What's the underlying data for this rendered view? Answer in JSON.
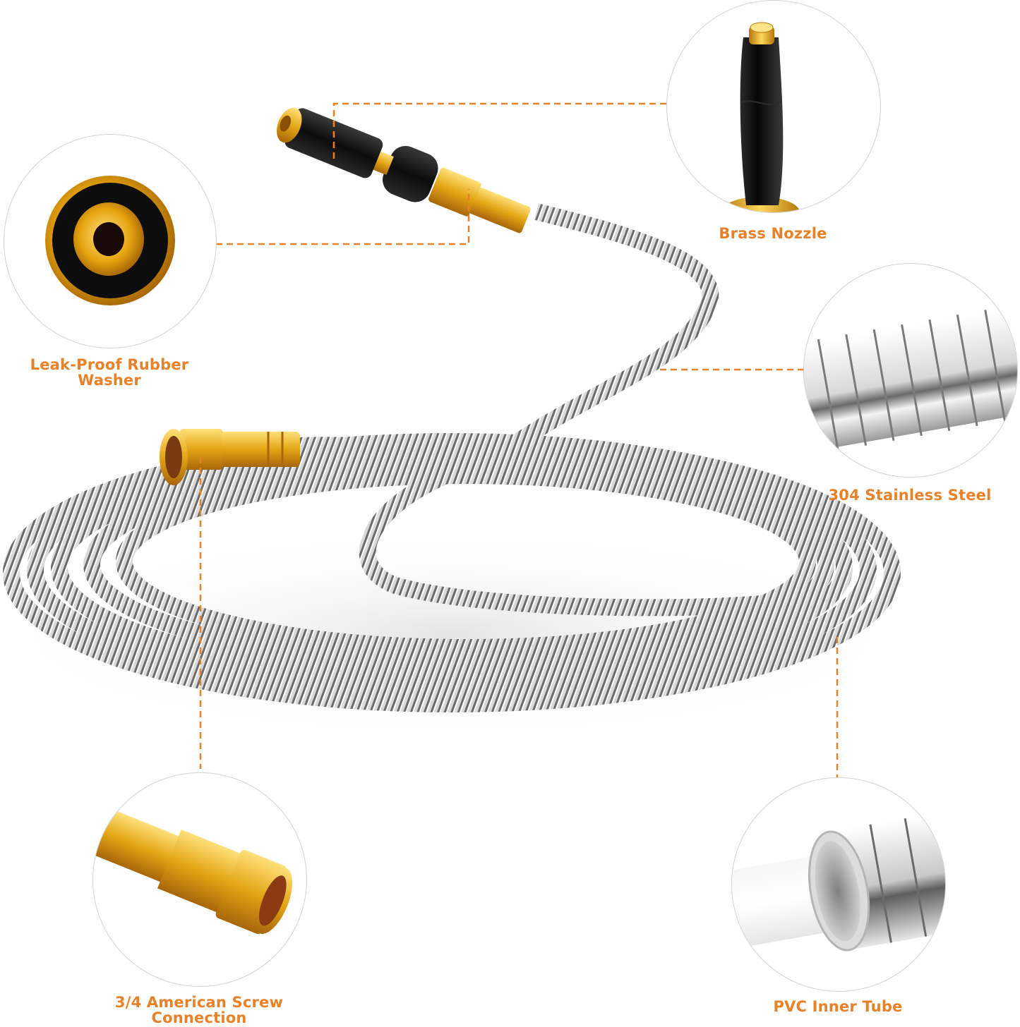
{
  "infographic": {
    "subject": "Stainless steel garden hose with brass nozzle",
    "accent_color": "#E8822A",
    "circle_border_color": "#d2d2d2",
    "callouts": [
      {
        "id": "washer",
        "label_line1": "Leak-Proof Rubber",
        "label_line2": "Washer",
        "icon": "rubber-washer-icon"
      },
      {
        "id": "nozzle",
        "label_line1": "Brass Nozzle",
        "label_line2": "",
        "icon": "brass-nozzle-icon"
      },
      {
        "id": "steel",
        "label_line1": "304 Stainless Steel",
        "label_line2": "",
        "icon": "steel-coil-icon"
      },
      {
        "id": "screw",
        "label_line1": "3/4 American Screw",
        "label_line2": "Connection",
        "icon": "brass-connector-icon"
      },
      {
        "id": "pvc",
        "label_line1": "PVC Inner Tube",
        "label_line2": "",
        "icon": "pvc-tube-icon"
      }
    ]
  }
}
